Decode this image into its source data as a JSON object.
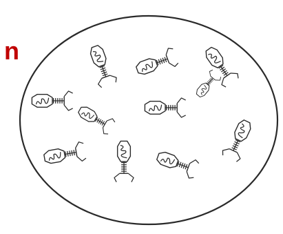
{
  "header": {
    "title_fragment": "n"
  },
  "colors": {
    "title": "#c00000",
    "ink": "#2a2a2a",
    "background": "#ffffff"
  },
  "figure": {
    "cell": "bacterial-cell-outline",
    "phage_icon": "bacteriophage-icon",
    "phage_count": 11
  }
}
